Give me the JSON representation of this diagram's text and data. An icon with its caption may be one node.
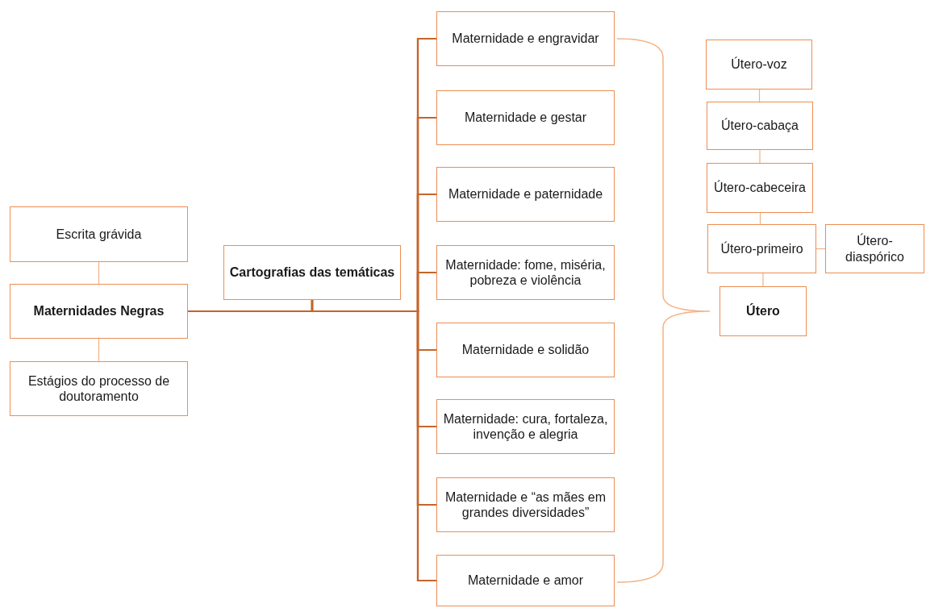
{
  "diagram": {
    "nodes": [
      {
        "text": [
          "Escrita grávida"
        ]
      },
      {
        "text": [
          "Maternidades Negras"
        ]
      },
      {
        "text": [
          "Estágios do processo de doutoramento"
        ]
      },
      {
        "text": [
          "Cartografias das temáticas"
        ]
      },
      {
        "text": [
          "Maternidade e engravidar"
        ]
      },
      {
        "text": [
          "Maternidade e gestar"
        ]
      },
      {
        "text": [
          "Maternidade e paternidade"
        ]
      },
      {
        "text": [
          "Maternidade: fome, miséria, pobreza e violência"
        ]
      },
      {
        "text": [
          "Maternidade e solidão"
        ]
      },
      {
        "text": [
          "Maternidade: cura, fortaleza, invenção e alegria"
        ]
      },
      {
        "text": [
          "Maternidade e “as mães em grandes diversidades”"
        ]
      },
      {
        "text": [
          "Maternidade e amor"
        ]
      },
      {
        "text": [
          "Útero-voz"
        ]
      },
      {
        "text": [
          "Útero-cabaça"
        ]
      },
      {
        "text": [
          "Útero-cabeceira"
        ]
      },
      {
        "text": [
          "Útero-primeiro"
        ]
      },
      {
        "text": [
          "Útero-diaspórico"
        ]
      },
      {
        "text": [
          "Útero"
        ]
      }
    ],
    "edges": [
      {
        "from": 0,
        "to": 1,
        "arrow": "none",
        "color": "#f4b183"
      },
      {
        "from": 1,
        "to": 2,
        "arrow": "none",
        "color": "#f4b183"
      },
      {
        "from": 1,
        "to": 4,
        "arrow": "none"
      },
      {
        "from": 1,
        "to": 5,
        "arrow": "none"
      },
      {
        "from": 1,
        "to": 6,
        "arrow": "none"
      },
      {
        "from": 1,
        "to": 7,
        "arrow": "none"
      },
      {
        "from": 1,
        "to": 8,
        "arrow": "none"
      },
      {
        "from": 1,
        "to": 9,
        "arrow": "none"
      },
      {
        "from": 1,
        "to": 10,
        "arrow": "none"
      },
      {
        "from": 1,
        "to": 11,
        "arrow": "none"
      },
      {
        "from": 3,
        "to": 4,
        "arrow": "none"
      },
      {
        "from": 3,
        "to": 5,
        "arrow": "none"
      },
      {
        "from": 3,
        "to": 6,
        "arrow": "none"
      },
      {
        "from": 3,
        "to": 7,
        "arrow": "none"
      },
      {
        "from": 3,
        "to": 8,
        "arrow": "none"
      },
      {
        "from": 3,
        "to": 9,
        "arrow": "none"
      },
      {
        "from": 3,
        "to": 10,
        "arrow": "none"
      },
      {
        "from": 3,
        "to": 11,
        "arrow": "none"
      },
      {
        "from": 12,
        "to": 13,
        "arrow": "none",
        "color": "#f4b183"
      },
      {
        "from": 13,
        "to": 14,
        "arrow": "none",
        "color": "#f4b183"
      },
      {
        "from": 14,
        "to": 15,
        "arrow": "none",
        "color": "#f4b183"
      },
      {
        "from": 15,
        "to": 16,
        "arrow": "none",
        "color": "#f4b183"
      },
      {
        "from": 15,
        "to": 17,
        "arrow": "none",
        "color": "#f4b183"
      }
    ]
  }
}
